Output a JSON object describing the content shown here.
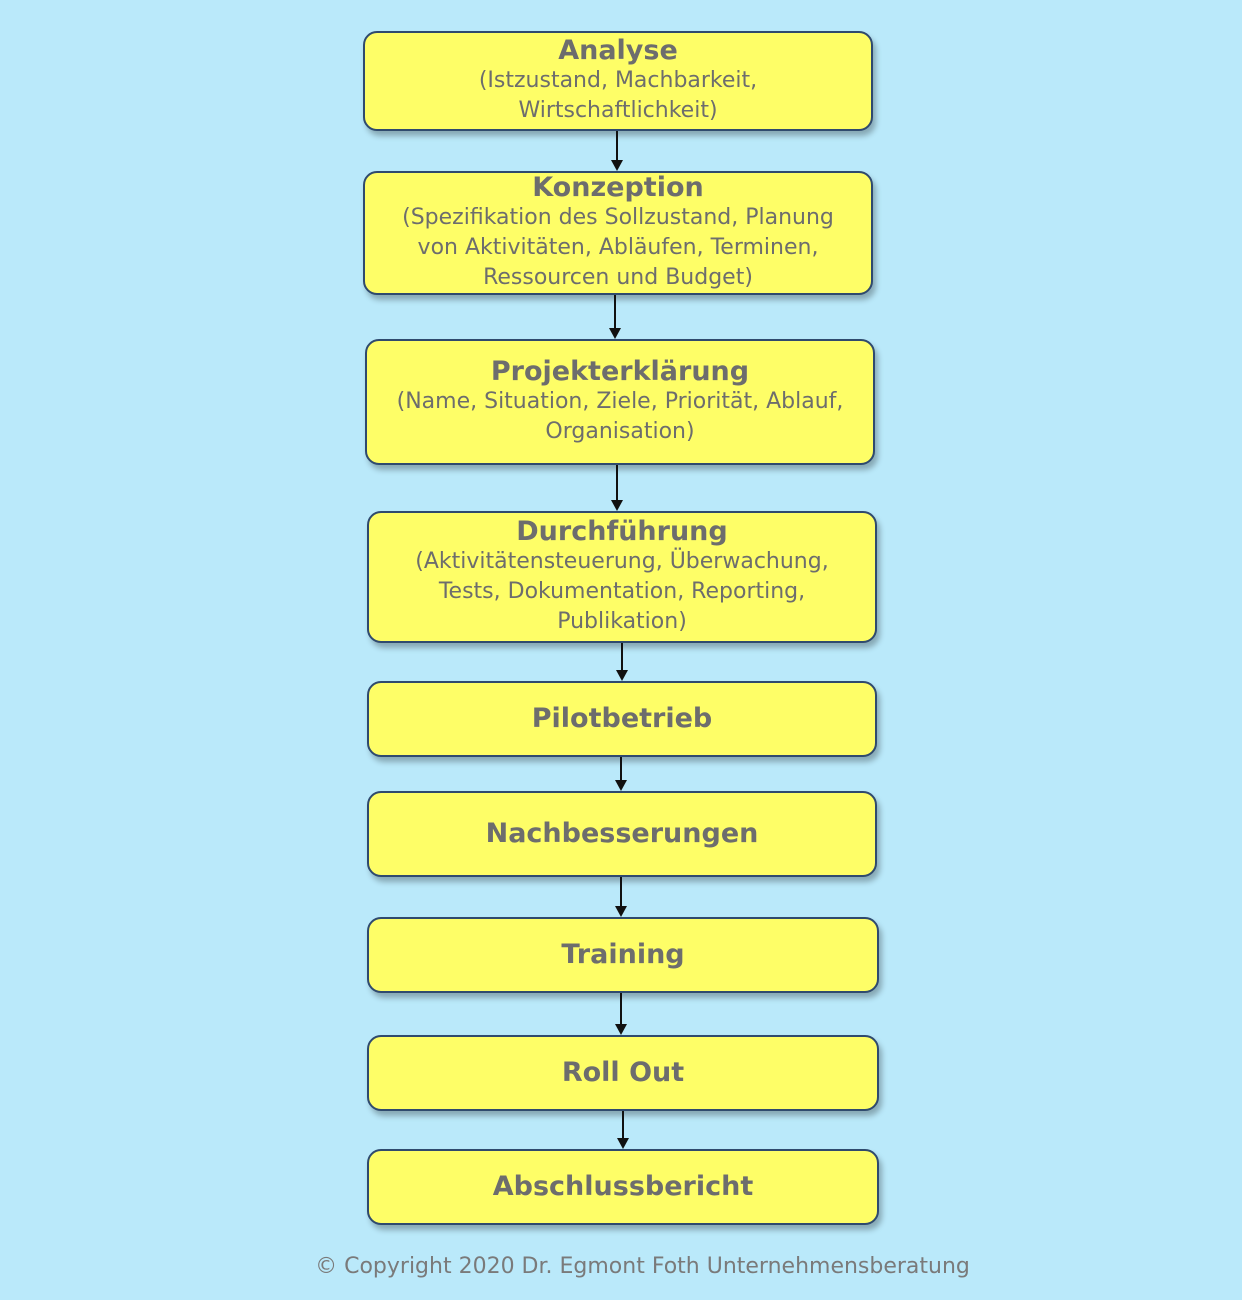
{
  "steps": [
    {
      "title": "Analyse",
      "desc": "(Istzustand, Machbarkeit, Wirtschaftlichkeit)"
    },
    {
      "title": "Konzeption",
      "desc": "(Spezifikation des Sollzustand, Planung von Aktivitäten, Abläufen, Terminen, Ressourcen und Budget)"
    },
    {
      "title": "Projekterklärung",
      "desc": "(Name, Situation, Ziele, Priorität, Ablauf, Organisation)"
    },
    {
      "title": "Durchführung",
      "desc": "(Aktivitätensteuerung, Überwachung, Tests, Dokumentation, Reporting, Publikation)"
    },
    {
      "title": "Pilotbetrieb"
    },
    {
      "title": "Nachbesserungen"
    },
    {
      "title": "Training"
    },
    {
      "title": "Roll Out"
    },
    {
      "title": "Abschlussbericht"
    }
  ],
  "copyright": "© Copyright 2020 Dr. Egmont Foth Unternehmensberatung"
}
